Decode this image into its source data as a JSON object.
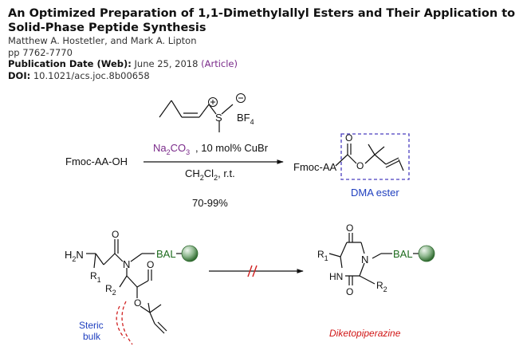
{
  "article": {
    "title": "An Optimized Preparation of 1,1-Dimethylallyl Esters and Their Application to Solid-Phase Peptide Synthesis",
    "authors": "Matthew A. Hostetler, and Mark A. Lipton",
    "pages": "pp 7762-7770",
    "pubdate_label": "Publication Date (Web):",
    "pubdate_value": "June 25, 2018",
    "article_type": "(Article)",
    "doi_label": "DOI:",
    "doi_value": "10.1021/acs.joc.8b00658"
  },
  "scheme_top": {
    "reagent_counterion": "BF",
    "reagent_counterion_sub": "4",
    "starting_material": "Fmoc-AA-OH",
    "condition_1_a": "Na",
    "condition_1_sub": "2",
    "condition_1_b": "CO",
    "condition_1_sub2": "3",
    "condition_1_c": ", 10 mol% CuBr",
    "condition_2_a": "CH",
    "condition_2_sub": "2",
    "condition_2_b": "Cl",
    "condition_2_sub2": "2",
    "condition_2_c": ", r.t.",
    "yield": "70-99%",
    "product_prefix": "Fmoc-AA",
    "product_label": "DMA ester",
    "product_label_color": "#1f3fbf",
    "reagent_color": "#7a2a8a"
  },
  "scheme_bottom": {
    "left": {
      "h2n": "H",
      "h2n_sub": "2",
      "h2n_n": "N",
      "r1": "R",
      "r1_sub": "1",
      "r2": "R",
      "r2_sub": "2",
      "n": "N",
      "o1": "O",
      "o2": "O",
      "o3": "O",
      "bal": "BAL",
      "steric_1": "Steric",
      "steric_2": "bulk"
    },
    "right": {
      "r1": "R",
      "r1_sub": "1",
      "n": "N",
      "hn": "HN",
      "r2": "R",
      "r2_sub": "2",
      "o_top": "O",
      "o_bottom": "O",
      "bal": "BAL",
      "label": "Diketopiperazine"
    },
    "colors": {
      "bal": "#1d6b1d",
      "blocked_arrow": "#d02020",
      "steric": "#1f3fbf",
      "dkp_label": "#d01515",
      "resin": "#3c8a3c"
    }
  }
}
